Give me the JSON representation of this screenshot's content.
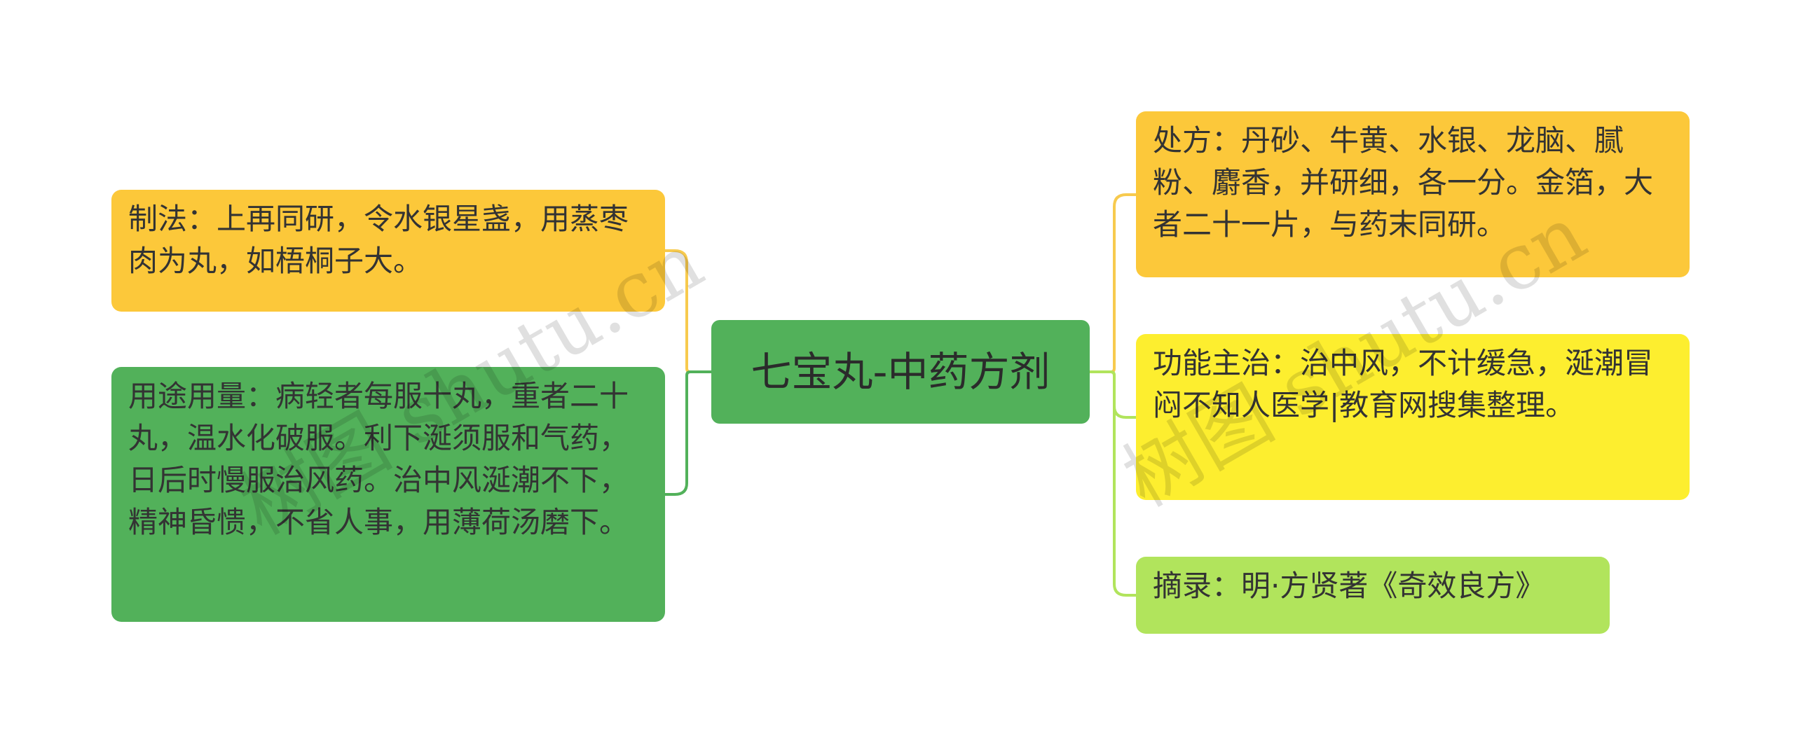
{
  "colors": {
    "background": "#ffffff",
    "center_node": "#52b15a",
    "orange_node": "#fcc83a",
    "green_node": "#52b15a",
    "yellow_node": "#fdee2f",
    "lime_node": "#b1e45c",
    "link_orange": "#f7ca4e",
    "link_green": "#52b15a",
    "link_lime": "#b1e45c"
  },
  "center": {
    "label": "七宝丸-中药方剂"
  },
  "left_nodes": [
    {
      "id": "zhifa",
      "text": "制法：上再同研，令水银星盏，用蒸枣肉为丸，如梧桐子大。",
      "color": "#fcc83a",
      "link": "#f7ca4e"
    },
    {
      "id": "yongtu",
      "text": "用途用量：病轻者每服十丸，重者二十丸，温水化破服。利下涎须服和气药，日后时慢服治风药。治中风涎潮不下，精神昏愦，不省人事，用薄荷汤磨下。",
      "color": "#52b15a",
      "link": "#52b15a"
    }
  ],
  "right_nodes": [
    {
      "id": "chufang",
      "text": "处方：丹砂、牛黄、水银、龙脑、腻粉、麝香，并研细，各一分。金箔，大者二十一片，与药末同研。",
      "color": "#fcc83a",
      "link": "#f7ca4e"
    },
    {
      "id": "gongneng",
      "text": "功能主治：治中风，不计缓急，涎潮冒闷不知人医学|教育网搜集整理。",
      "color": "#fdee2f",
      "link": "#b1e45c"
    },
    {
      "id": "zhailu",
      "text": "摘录：明·方贤著《奇效良方》",
      "color": "#b1e45c",
      "link": "#b1e45c"
    }
  ],
  "watermark": "树图 shutu.cn"
}
